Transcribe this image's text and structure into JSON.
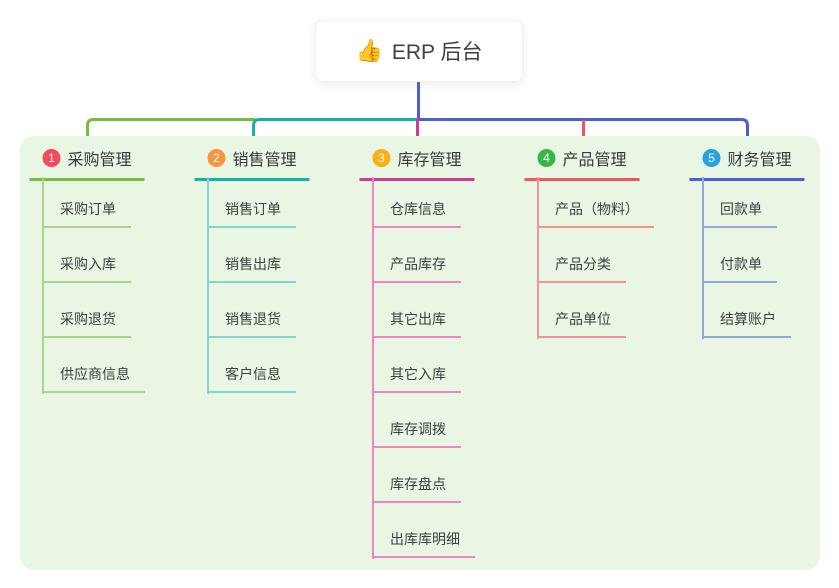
{
  "root": {
    "icon": "👍",
    "label": "ERP 后台"
  },
  "colors": {
    "panel_background": "#e9f6e3",
    "root_connector": "#4a5fd2"
  },
  "branches": [
    {
      "num": "1",
      "label": "采购管理",
      "badge_color": "#ef4d5c",
      "main_color": "#76bc43",
      "light_color": "#a8d588",
      "children": [
        "采购订单",
        "采购入库",
        "采购退货",
        "供应商信息"
      ]
    },
    {
      "num": "2",
      "label": "销售管理",
      "badge_color": "#f8953f",
      "main_color": "#16b3a5",
      "light_color": "#83d6cb",
      "children": [
        "销售订单",
        "销售出库",
        "销售退货",
        "客户信息"
      ]
    },
    {
      "num": "3",
      "label": "库存管理",
      "badge_color": "#f9b016",
      "main_color": "#cc3e96",
      "light_color": "#ef86c0",
      "children": [
        "仓库信息",
        "产品库存",
        "其它出库",
        "其它入库",
        "库存调拨",
        "库存盘点",
        "出库库明细"
      ]
    },
    {
      "num": "4",
      "label": "产品管理",
      "badge_color": "#3ab54a",
      "main_color": "#f0545e",
      "light_color": "#f59298",
      "children": [
        "产品（物料）",
        "产品分类",
        "产品单位"
      ]
    },
    {
      "num": "5",
      "label": "财务管理",
      "badge_color": "#28a3dd",
      "main_color": "#4a5fd2",
      "light_color": "#93a8e0",
      "children": [
        "回款单",
        "付款单",
        "结算账户"
      ]
    }
  ]
}
